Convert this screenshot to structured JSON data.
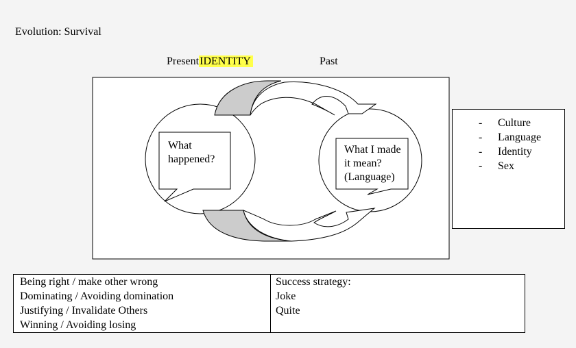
{
  "title": "Evolution: Survival",
  "header": {
    "present": "Present",
    "identity": "IDENTITY",
    "past": "Past"
  },
  "colors": {
    "highlight": "#ffff4a",
    "arrow_fill": "#cccccc",
    "background": "#f4f4f4"
  },
  "left_circle": {
    "lines": [
      "What",
      "happened?"
    ]
  },
  "right_circle": {
    "lines": [
      "What I made",
      "it mean?",
      "(Language)"
    ]
  },
  "side_list": {
    "items": [
      "Culture",
      "Language",
      "Identity",
      "Sex"
    ]
  },
  "table": {
    "left_column": [
      "Being right / make other wrong",
      "Dominating / Avoiding domination",
      "Justifying / Invalidate Others",
      "Winning / Avoiding losing"
    ],
    "right_column": [
      "Success strategy:",
      "Joke",
      "Quite"
    ]
  }
}
